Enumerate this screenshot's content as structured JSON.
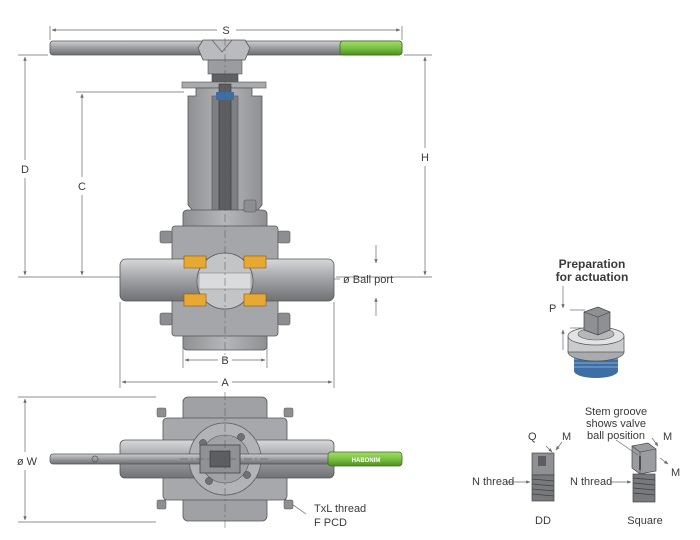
{
  "dimensions": {
    "S": "S",
    "D": "D",
    "C": "C",
    "H": "H",
    "ball_port": "ø Ball port",
    "B": "B",
    "A": "A",
    "W": "ø W"
  },
  "bolt_note": {
    "line1": "TxL thread",
    "line2": "F PCD"
  },
  "preparation": {
    "title_line1": "Preparation",
    "title_line2": "for actuation",
    "P": "P"
  },
  "stem_groove": {
    "line1": "Stem groove",
    "line2": "shows valve",
    "line3": "ball position"
  },
  "dd": {
    "Q": "Q",
    "M": "M",
    "n_thread": "N thread",
    "caption": "DD"
  },
  "square": {
    "M1": "M",
    "M2": "M",
    "n_thread": "N thread",
    "caption": "Square"
  },
  "brand": {
    "label": "HABONIM"
  },
  "colors": {
    "steel": "#9a9c9f",
    "steel_dark": "#6f7174",
    "steel_light": "#c7c9cb",
    "stem": "#5c5e61",
    "seat": "#e8a932",
    "grip": "#7ac142",
    "dim_line": "#6a6a6a",
    "thread_blue": "#3d6fa6"
  }
}
